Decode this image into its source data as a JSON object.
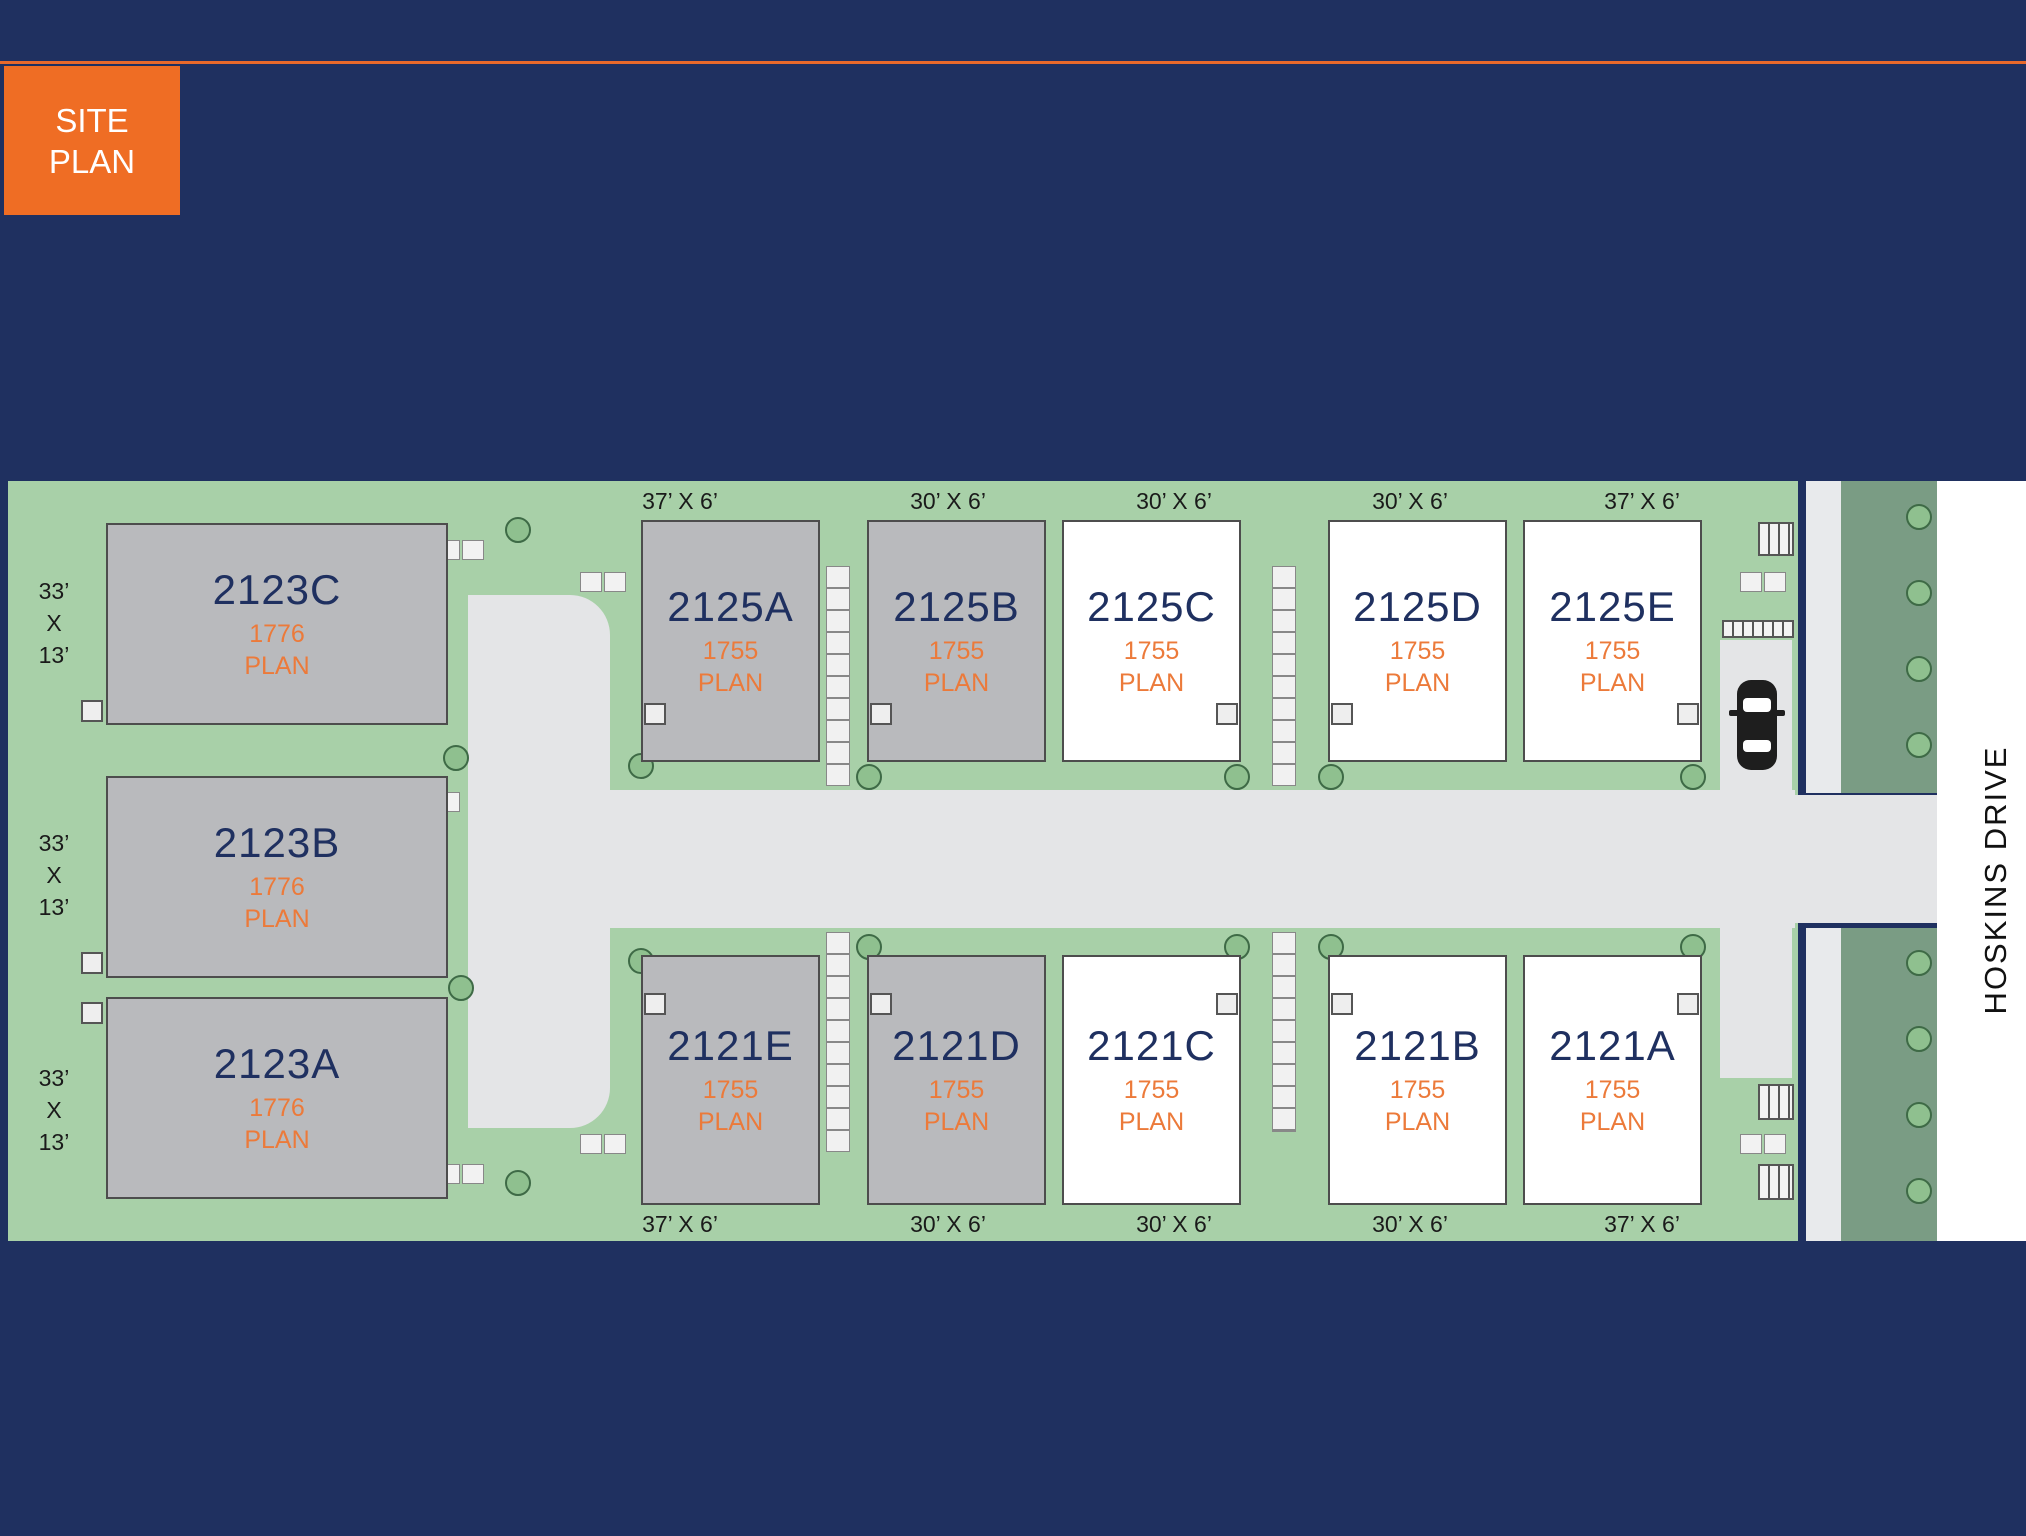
{
  "header": {
    "badge_line1": "SITE",
    "badge_line2": "PLAN"
  },
  "street": {
    "name": "HOSKINS DRIVE"
  },
  "units_left": [
    {
      "id": "2123C",
      "plan": "1776",
      "plan_word": "PLAN",
      "dim_top": "33’",
      "dim_mid": "X",
      "dim_bot": "13’"
    },
    {
      "id": "2123B",
      "plan": "1776",
      "plan_word": "PLAN",
      "dim_top": "33’",
      "dim_mid": "X",
      "dim_bot": "13’"
    },
    {
      "id": "2123A",
      "plan": "1776",
      "plan_word": "PLAN",
      "dim_top": "33’",
      "dim_mid": "X",
      "dim_bot": "13’"
    }
  ],
  "units_top": [
    {
      "id": "2125A",
      "plan": "1755",
      "plan_word": "PLAN",
      "dim": "37’ X 6’",
      "status": "sold"
    },
    {
      "id": "2125B",
      "plan": "1755",
      "plan_word": "PLAN",
      "dim": "30’ X 6’",
      "status": "sold"
    },
    {
      "id": "2125C",
      "plan": "1755",
      "plan_word": "PLAN",
      "dim": "30’ X 6’",
      "status": "available"
    },
    {
      "id": "2125D",
      "plan": "1755",
      "plan_word": "PLAN",
      "dim": "30’ X 6’",
      "status": "available"
    },
    {
      "id": "2125E",
      "plan": "1755",
      "plan_word": "PLAN",
      "dim": "37’ X 6’",
      "status": "available"
    }
  ],
  "units_bottom": [
    {
      "id": "2121E",
      "plan": "1755",
      "plan_word": "PLAN",
      "dim": "37’ X 6’",
      "status": "sold"
    },
    {
      "id": "2121D",
      "plan": "1755",
      "plan_word": "PLAN",
      "dim": "30’ X 6’",
      "status": "sold"
    },
    {
      "id": "2121C",
      "plan": "1755",
      "plan_word": "PLAN",
      "dim": "30’ X 6’",
      "status": "available"
    },
    {
      "id": "2121B",
      "plan": "1755",
      "plan_word": "PLAN",
      "dim": "30’ X 6’",
      "status": "available"
    },
    {
      "id": "2121A",
      "plan": "1755",
      "plan_word": "PLAN",
      "dim": "37’ X 6’",
      "status": "available"
    }
  ],
  "colors": {
    "background": "#1f3060",
    "accent": "#ef6d24",
    "landscape": "#a8d0a8",
    "sold": "#b9babd",
    "available": "#ffffff",
    "unit_text": "#1f3060",
    "plan_text": "#ec7a3a"
  }
}
